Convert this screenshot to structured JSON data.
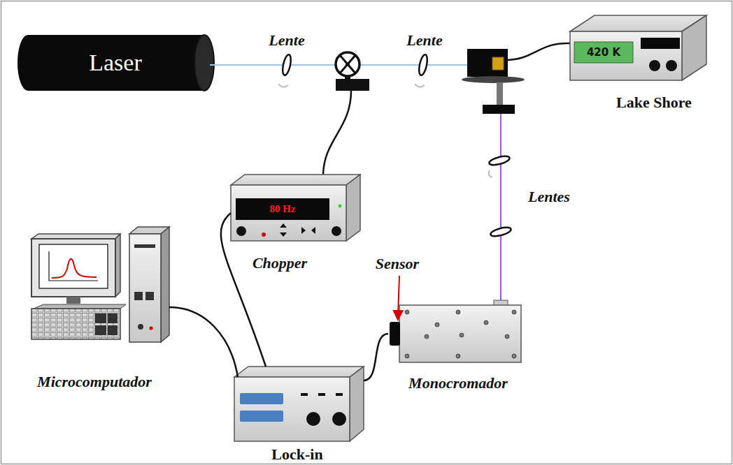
{
  "diagram": {
    "nodes": [
      {
        "text": [
          "Laser"
        ]
      },
      {
        "text": [
          "420 K",
          "Lake Shore"
        ]
      },
      {
        "text": [
          "80 Hz",
          "Chopper"
        ]
      },
      {
        "text": [
          "Microcomputador"
        ]
      },
      {
        "text": [
          "Monocromador"
        ]
      },
      {
        "text": [
          "Lock-in"
        ]
      }
    ],
    "edges": [
      {
        "from": 2,
        "to": 5,
        "arrow": "none"
      },
      {
        "from": 5,
        "to": 3,
        "arrow": "none"
      },
      {
        "from": 5,
        "to": 4,
        "arrow": "none"
      }
    ],
    "labels": [
      "Lente",
      "Lente",
      "Lentes",
      "Sensor"
    ]
  }
}
